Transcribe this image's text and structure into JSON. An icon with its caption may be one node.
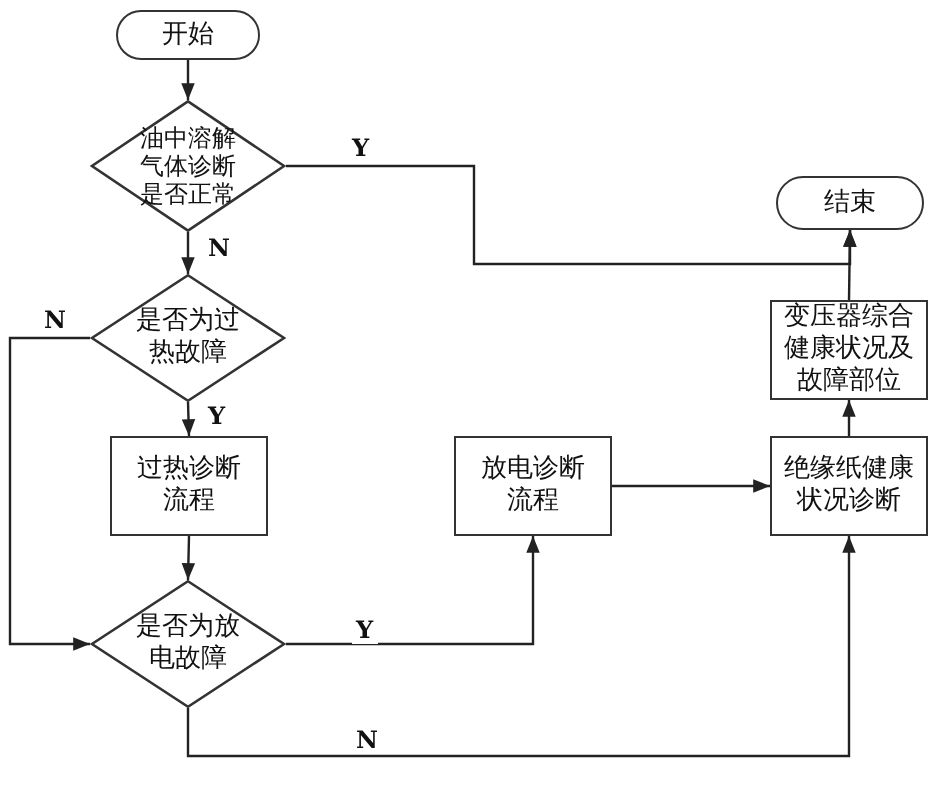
{
  "diagram": {
    "nodes": [
      {
        "text": [
          "开始"
        ]
      },
      {
        "text": [
          "油中溶解气体诊断是否正常"
        ]
      },
      {
        "text": [
          "是否为过热故障"
        ]
      },
      {
        "text": [
          "过热诊断流程"
        ]
      },
      {
        "text": [
          "是否为放电故障"
        ]
      },
      {
        "text": [
          "放电诊断流程"
        ]
      },
      {
        "text": [
          "绝缘纸健康状况诊断"
        ]
      },
      {
        "text": [
          "变压器综合健康状况及故障部位"
        ]
      },
      {
        "text": [
          "结束"
        ]
      }
    ],
    "edges": [
      {
        "from": 0,
        "to": 1,
        "arrow": "to"
      },
      {
        "from": 1,
        "to": 8,
        "arrow": "to",
        "label": "Y"
      },
      {
        "from": 1,
        "to": 2,
        "arrow": "to",
        "label": "N"
      },
      {
        "from": 2,
        "to": 3,
        "arrow": "to",
        "label": "Y"
      },
      {
        "from": 2,
        "to": 4,
        "arrow": "to",
        "label": "N"
      },
      {
        "from": 3,
        "to": 4,
        "arrow": "to"
      },
      {
        "from": 4,
        "to": 5,
        "arrow": "to",
        "label": "Y"
      },
      {
        "from": 4,
        "to": 6,
        "arrow": "to",
        "label": "N"
      },
      {
        "from": 5,
        "to": 6,
        "arrow": "to"
      },
      {
        "from": 6,
        "to": 7,
        "arrow": "to"
      },
      {
        "from": 7,
        "to": 8,
        "arrow": "to"
      }
    ]
  }
}
